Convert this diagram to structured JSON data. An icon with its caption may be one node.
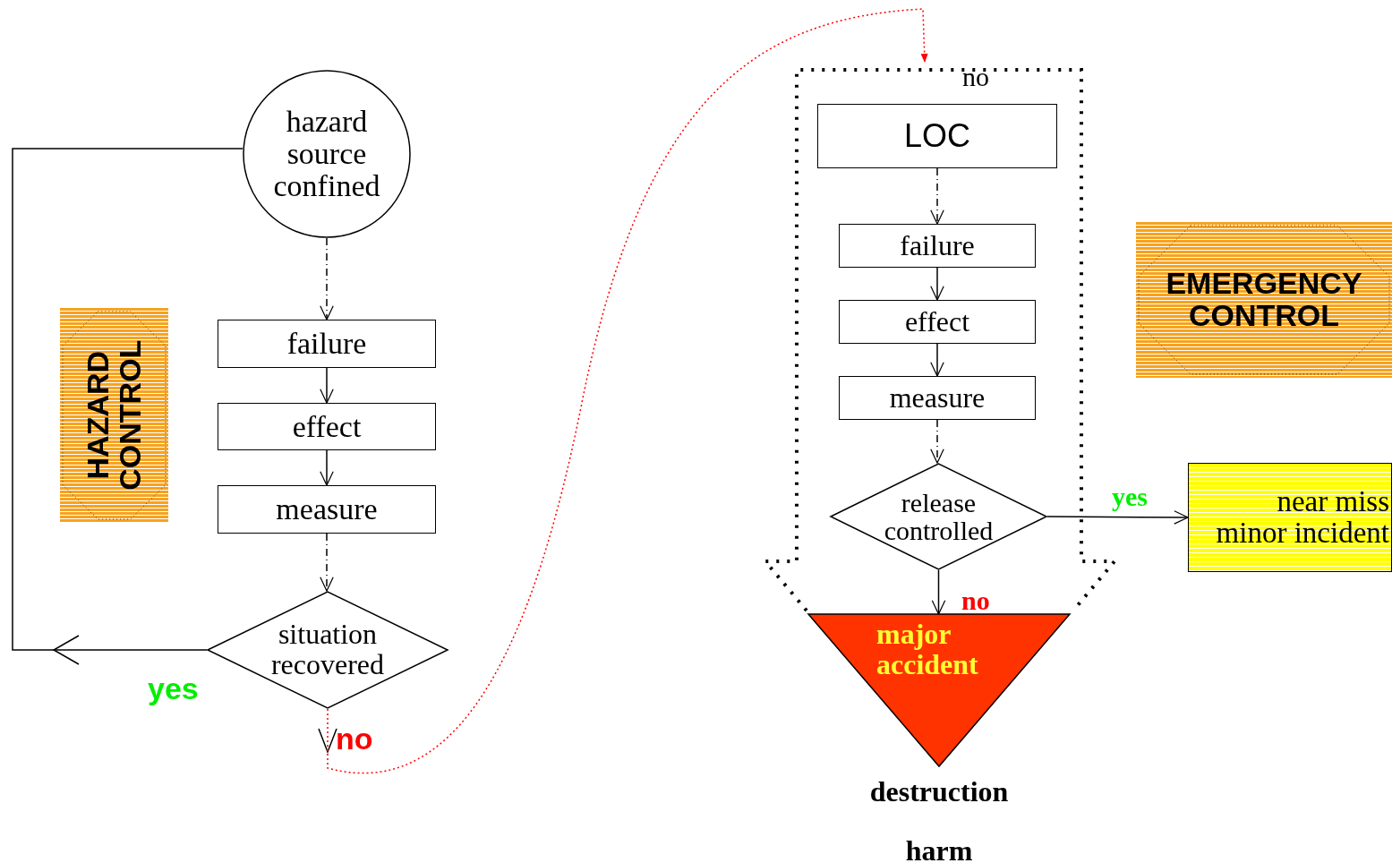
{
  "diagram": {
    "nodes": [
      {
        "text": [
          "hazard source confined"
        ]
      },
      {
        "text": [
          "failure"
        ]
      },
      {
        "text": [
          "effect"
        ]
      },
      {
        "text": [
          "measure"
        ]
      },
      {
        "text": [
          "situation recovered"
        ]
      },
      {
        "text": [
          "HAZARD CONTROL"
        ]
      },
      {
        "text": [
          "no"
        ]
      },
      {
        "text": [
          "LOC"
        ],
        "in": 6
      },
      {
        "text": [
          "failure"
        ],
        "in": 6
      },
      {
        "text": [
          "effect"
        ],
        "in": 6
      },
      {
        "text": [
          "measure"
        ],
        "in": 6
      },
      {
        "text": [
          "release controlled"
        ],
        "in": 6
      },
      {
        "text": [
          "major accident"
        ],
        "beside": [
          "destruction",
          "harm"
        ]
      },
      {
        "text": [
          "EMERGENCY CONTROL"
        ]
      },
      {
        "text": [
          "near miss minor incident"
        ]
      }
    ],
    "edges": [
      {
        "from": 0,
        "to": 1,
        "arrow": "to",
        "style": "dashed"
      },
      {
        "from": 1,
        "to": 2,
        "arrow": "to"
      },
      {
        "from": 2,
        "to": 3,
        "arrow": "to"
      },
      {
        "from": 3,
        "to": 4,
        "arrow": "to",
        "style": "dashed"
      },
      {
        "from": 4,
        "to": 0,
        "arrow": "to",
        "label": "yes"
      },
      {
        "from": 4,
        "to": 6,
        "arrow": "to",
        "label": "no",
        "style": "dashed",
        "color": "#ff0000"
      },
      {
        "from": 7,
        "to": 8,
        "arrow": "to",
        "style": "dashed"
      },
      {
        "from": 8,
        "to": 9,
        "arrow": "to"
      },
      {
        "from": 9,
        "to": 10,
        "arrow": "to"
      },
      {
        "from": 10,
        "to": 11,
        "arrow": "to",
        "style": "dashed"
      },
      {
        "from": 11,
        "to": 14,
        "arrow": "to",
        "label": "yes"
      },
      {
        "from": 11,
        "to": 12,
        "arrow": "to",
        "label": "no"
      }
    ]
  }
}
